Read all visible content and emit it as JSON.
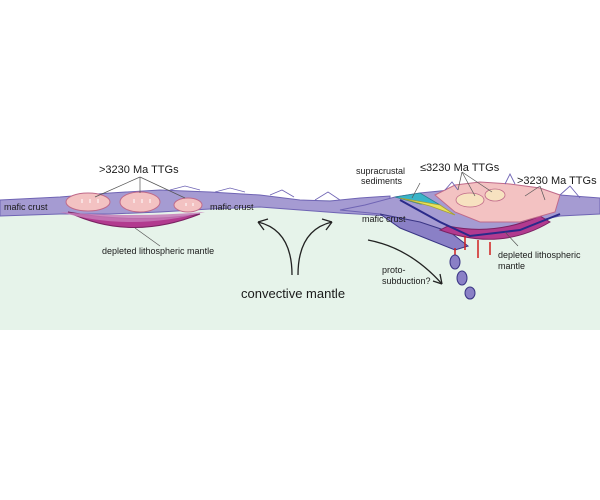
{
  "labels": {
    "ttg_left": ">3230 Ma TTGs",
    "mafic_crust_left": "mafic crust",
    "mafic_crust_mid": "mafic crust",
    "mafic_crust_right": "mafic crust",
    "depleted_left": "depleted lithospheric mantle",
    "convective_mantle": "convective mantle",
    "supracrustal_1": "supracrustal",
    "supracrustal_2": "sediments",
    "ttg_center": "≤3230 Ma TTGs",
    "ttg_right": ">3230 Ma TTGs",
    "depleted_right_1": "depleted lithospheric",
    "depleted_right_2": "mantle",
    "proto_1": "proto-",
    "proto_2": "subduction?"
  },
  "colors": {
    "mantle_bg": "#e6f3ea",
    "crust": "#a59bd2",
    "crust_dark": "#6f64b4",
    "ttg_pink": "#f3c2c2",
    "lithosphere": "#b23a8f",
    "sediment_yellow": "#e8e25a",
    "sediment_cyan": "#39b4c8",
    "fault_red": "#d02020",
    "blob": "#8a80c6"
  }
}
